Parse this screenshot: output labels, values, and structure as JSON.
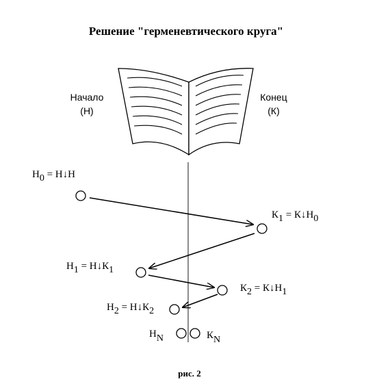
{
  "title": "Решение \"герменевтического круга\"",
  "book": {
    "left_label": "Начало",
    "left_abbr": "(Н)",
    "right_label": "Конец",
    "right_abbr": "(К)"
  },
  "nodes": {
    "h0": {
      "main": "Н",
      "sub": "0",
      "rest": " = Н",
      "arrow": "↓",
      "tail": "Н",
      "tail_sub": ""
    },
    "k1": {
      "main": "К",
      "sub": "1",
      "rest": " = К",
      "arrow": "↓",
      "tail": "Н",
      "tail_sub": "0"
    },
    "h1": {
      "main": "Н",
      "sub": "1",
      "rest": " = Н",
      "arrow": "↓",
      "tail": "К",
      "tail_sub": "1"
    },
    "k2": {
      "main": "К",
      "sub": "2",
      "rest": " = К",
      "arrow": "↓",
      "tail": "Н",
      "tail_sub": "1"
    },
    "h2": {
      "main": "Н",
      "sub": "2",
      "rest": " = Н",
      "arrow": "↓",
      "tail": "К",
      "tail_sub": "2"
    },
    "hn": {
      "main": "Н",
      "sub": "N"
    },
    "kn": {
      "main": "К",
      "sub": "N"
    }
  },
  "caption": "рис. 2"
}
